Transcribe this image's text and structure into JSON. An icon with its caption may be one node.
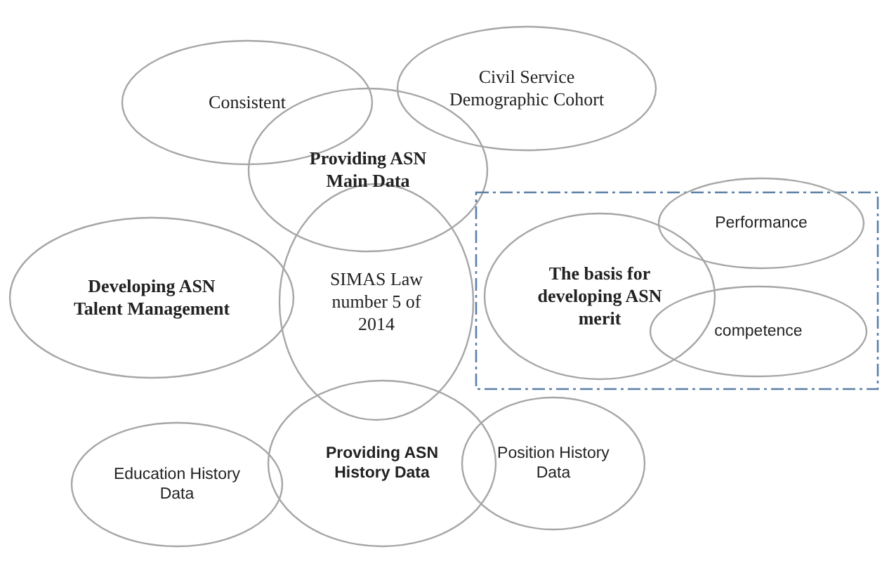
{
  "diagram": {
    "nodes": [
      {
        "text": [
          "Consistent"
        ]
      },
      {
        "text": [
          "Civil Service Demographic Cohort"
        ]
      },
      {
        "text": [
          "Providing ASN Main Data"
        ]
      },
      {
        "text": [
          "Developing ASN Talent Management"
        ]
      },
      {
        "text": [
          "SIMAS Law number 5 of 2014"
        ]
      },
      {
        "text": [],
        "shape": "box"
      },
      {
        "text": [
          "The basis for developing ASN merit"
        ],
        "in": 5
      },
      {
        "text": [
          "Performance"
        ],
        "in": 5
      },
      {
        "text": [
          "competence"
        ],
        "in": 5
      },
      {
        "text": [
          "Providing ASN History Data"
        ]
      },
      {
        "text": [
          "Education History Data"
        ]
      },
      {
        "text": [
          "Position History Data"
        ]
      }
    ]
  }
}
